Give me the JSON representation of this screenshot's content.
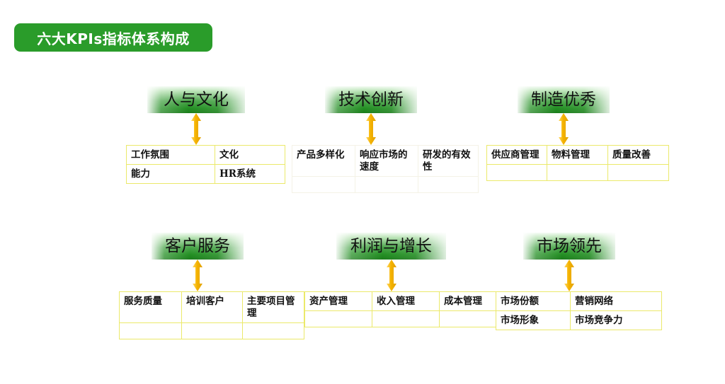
{
  "title": {
    "text": "六大KPIs指标体系构成",
    "banner_color": "#2a9c2a",
    "text_color": "#ffffff"
  },
  "theme": {
    "header_gradient_green": "#238f23",
    "header_gradient_light": "#f3fbf3",
    "table_border_yellow": "#ebe96a",
    "table_border_faint": "#f4f2e6",
    "arrow_color": "#f5b301",
    "arrow_highlight": "#ffd966",
    "background": "#ffffff"
  },
  "groups": [
    {
      "id": "people-culture",
      "header": "人与文化",
      "arrow": "double-arrow-vertical",
      "rows": [
        [
          "工作氛围",
          "文化"
        ],
        [
          "能力",
          "HR系统"
        ]
      ]
    },
    {
      "id": "technology-innovation",
      "header": "技术创新",
      "arrow": "double-arrow-vertical",
      "rows": [
        [
          "产品多样化",
          "响应市场的速度",
          "研发的有效性"
        ]
      ]
    },
    {
      "id": "manufacturing-excellence",
      "header": "制造优秀",
      "arrow": "double-arrow-vertical",
      "rows": [
        [
          "供应商管理",
          "物料管理",
          "质量改善"
        ]
      ]
    },
    {
      "id": "customer-service",
      "header": "客户服务",
      "arrow": "double-arrow-vertical",
      "rows": [
        [
          "服务质量",
          "培训客户",
          "主要项目管理"
        ]
      ]
    },
    {
      "id": "profit-growth",
      "header": "利润与增长",
      "arrow": "double-arrow-vertical",
      "rows": [
        [
          "资产管理",
          "收入管理",
          "成本管理"
        ]
      ]
    },
    {
      "id": "market-leadership",
      "header": "市场领先",
      "arrow": "double-arrow-vertical",
      "rows": [
        [
          "市场份额",
          "营销网络"
        ],
        [
          "市场形象",
          "市场竞争力"
        ]
      ]
    }
  ]
}
